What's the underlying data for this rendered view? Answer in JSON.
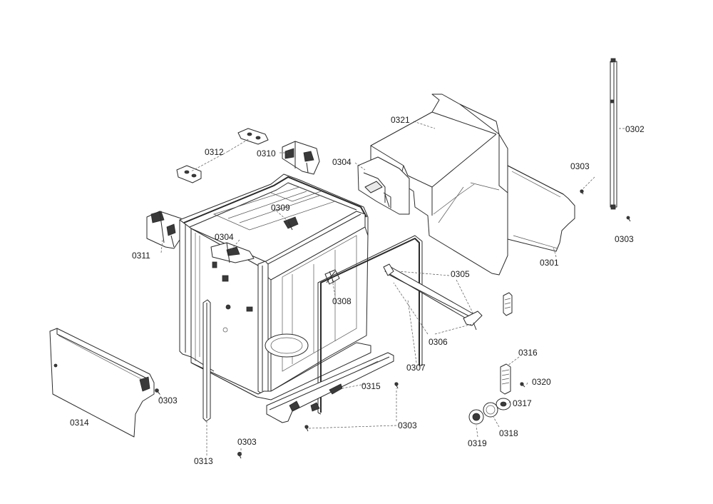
{
  "parts": [
    {
      "id": "p0301",
      "label": "0301"
    },
    {
      "id": "p0302",
      "label": "0302"
    },
    {
      "id": "p0303a",
      "label": "0303"
    },
    {
      "id": "p0303b",
      "label": "0303"
    },
    {
      "id": "p0303c",
      "label": "0303"
    },
    {
      "id": "p0303d",
      "label": "0303"
    },
    {
      "id": "p0303e",
      "label": "0303"
    },
    {
      "id": "p0304a",
      "label": "0304"
    },
    {
      "id": "p0304b",
      "label": "0304"
    },
    {
      "id": "p0305",
      "label": "0305"
    },
    {
      "id": "p0306",
      "label": "0306"
    },
    {
      "id": "p0307",
      "label": "0307"
    },
    {
      "id": "p0308",
      "label": "0308"
    },
    {
      "id": "p0309",
      "label": "0309"
    },
    {
      "id": "p0310",
      "label": "0310"
    },
    {
      "id": "p0311",
      "label": "0311"
    },
    {
      "id": "p0312",
      "label": "0312"
    },
    {
      "id": "p0313",
      "label": "0313"
    },
    {
      "id": "p0314",
      "label": "0314"
    },
    {
      "id": "p0315",
      "label": "0315"
    },
    {
      "id": "p0316",
      "label": "0316"
    },
    {
      "id": "p0317",
      "label": "0317"
    },
    {
      "id": "p0318",
      "label": "0318"
    },
    {
      "id": "p0319",
      "label": "0319"
    },
    {
      "id": "p0320",
      "label": "0320"
    },
    {
      "id": "p0321",
      "label": "0321"
    }
  ]
}
